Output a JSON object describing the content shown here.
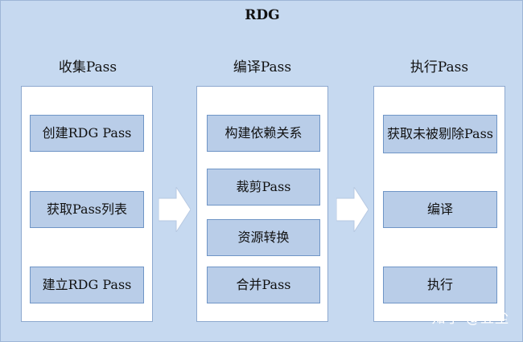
{
  "title": "RDG",
  "columns": [
    {
      "title": "收集Pass",
      "steps": [
        "创建RDG Pass",
        "获取Pass列表",
        "建立RDG Pass"
      ]
    },
    {
      "title": "编译Pass",
      "steps": [
        "构建依赖关系",
        "裁剪Pass",
        "资源转换",
        "合并Pass"
      ]
    },
    {
      "title": "执行Pass",
      "steps": [
        "获取未被剔除Pass",
        "编译",
        "执行"
      ]
    }
  ],
  "watermark": "知乎 @五尘",
  "colors": {
    "background": "#c6d9f0",
    "panel": "#ffffff",
    "box": "#b9cde8",
    "box_border": "#6f95c6",
    "arrow": "#ffffff"
  }
}
